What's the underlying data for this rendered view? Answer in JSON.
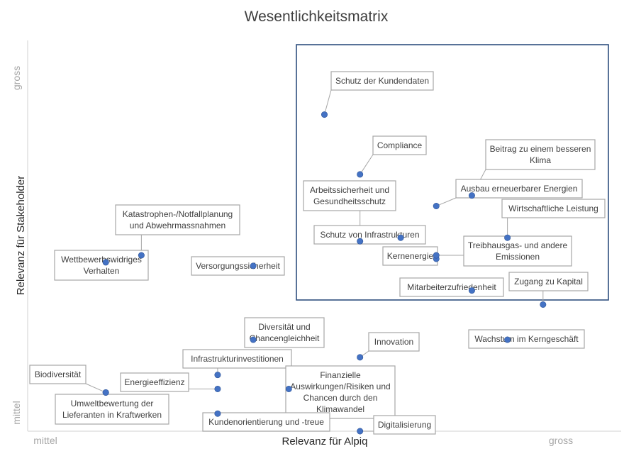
{
  "chart_data": {
    "type": "scatter",
    "title": "Wesentlichkeitsmatrix",
    "xlabel": "Relevanz für Alpiq",
    "ylabel": "Relevanz für Stakeholder",
    "x_ticks": [
      "mittel",
      "gross"
    ],
    "y_ticks": [
      "mittel",
      "gross"
    ],
    "xlim": [
      0,
      100
    ],
    "ylim": [
      0,
      100
    ],
    "grid": false,
    "legend": "none",
    "highlight_region": {
      "x": [
        45,
        100
      ],
      "y": [
        35,
        100
      ]
    },
    "colors": {
      "marker": "#4472c4",
      "frame": "#2f4f7f",
      "axis": "#d9d9d9",
      "tick_text": "#a6a6a6"
    },
    "points": [
      {
        "label": "Schutz der Kundendaten",
        "x": 50,
        "y": 90
      },
      {
        "label": "Compliance",
        "x": 57,
        "y": 73
      },
      {
        "label": "Beitrag zu einem besseren Klima",
        "x": 79,
        "y": 67
      },
      {
        "label": "Ausbau erneuerbarer Energien",
        "x": 72,
        "y": 64
      },
      {
        "label": "Arbeitssicherheit und Gesundheitsschutz",
        "x": 57,
        "y": 54
      },
      {
        "label": "Schutz von Infrastrukturen",
        "x": 65,
        "y": 55
      },
      {
        "label": "Wirtschaftliche Leistung",
        "x": 86,
        "y": 55
      },
      {
        "label": "Kernenergie",
        "x": 72,
        "y": 49
      },
      {
        "label": "Treibhausgas- und andere Emissionen",
        "x": 72,
        "y": 50
      },
      {
        "label": "Mitarbeiterzufriedenheit",
        "x": 79,
        "y": 40
      },
      {
        "label": "Zugang zu Kapital",
        "x": 93,
        "y": 36
      },
      {
        "label": "Katastrophen-/Notfallplanung und Abwehrmassnahmen",
        "x": 14,
        "y": 50
      },
      {
        "label": "Wettbewerbswidriges Verhalten",
        "x": 7,
        "y": 48
      },
      {
        "label": "Versorgungssicherheit",
        "x": 36,
        "y": 47
      },
      {
        "label": "Diversität und Chancengleichheit",
        "x": 36,
        "y": 26
      },
      {
        "label": "Innovation",
        "x": 57,
        "y": 21
      },
      {
        "label": "Wachstum im Kerngeschäft",
        "x": 86,
        "y": 26
      },
      {
        "label": "Infrastrukturinvestitionen",
        "x": 29,
        "y": 16
      },
      {
        "label": "Energieeffizienz",
        "x": 29,
        "y": 12
      },
      {
        "label": "Finanzielle Auswirkungen/Risiken und Chancen durch den Klimawandel",
        "x": 43,
        "y": 12
      },
      {
        "label": "Biodiversität",
        "x": 7,
        "y": 11
      },
      {
        "label": "Umweltbewertung der Lieferanten in Kraftwerken",
        "x": 7,
        "y": 11
      },
      {
        "label": "Kundenorientierung und -treue",
        "x": 29,
        "y": 5
      },
      {
        "label": "Digitalisierung",
        "x": 57,
        "y": 0
      }
    ]
  }
}
